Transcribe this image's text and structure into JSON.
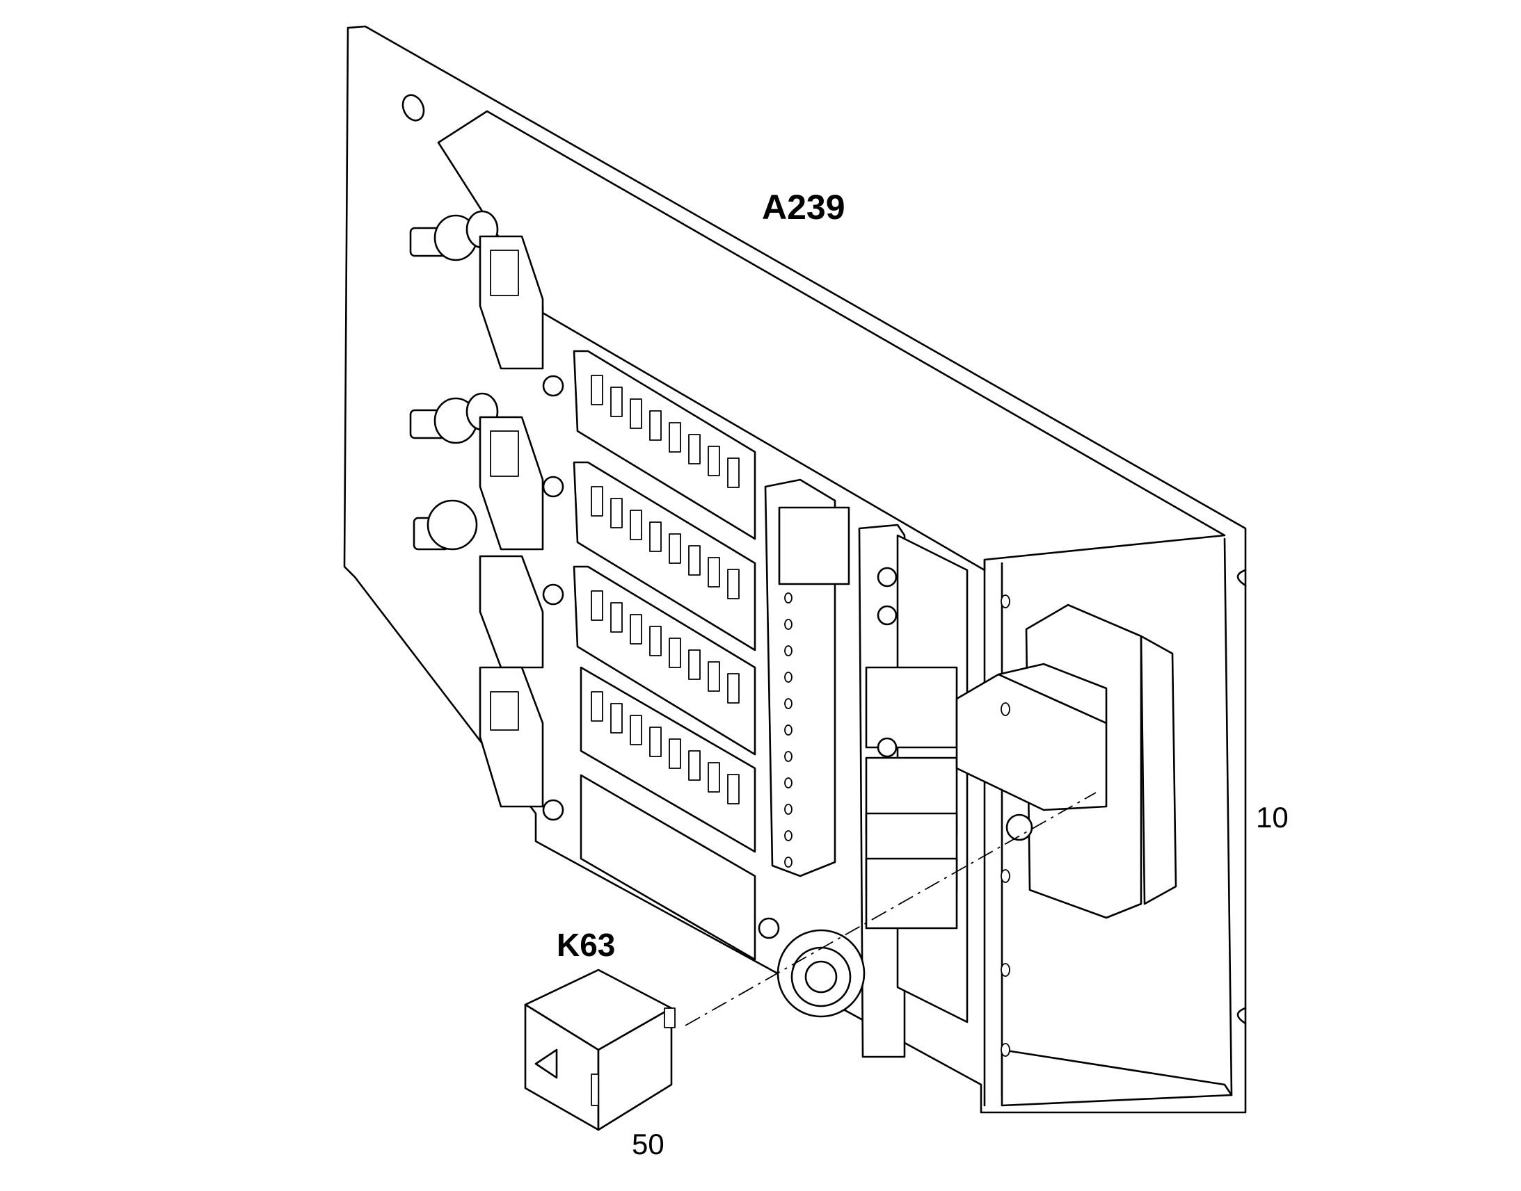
{
  "labels": {
    "main_assembly": "A239",
    "relay": "K63",
    "item_panel": "10",
    "item_relay": "50"
  }
}
